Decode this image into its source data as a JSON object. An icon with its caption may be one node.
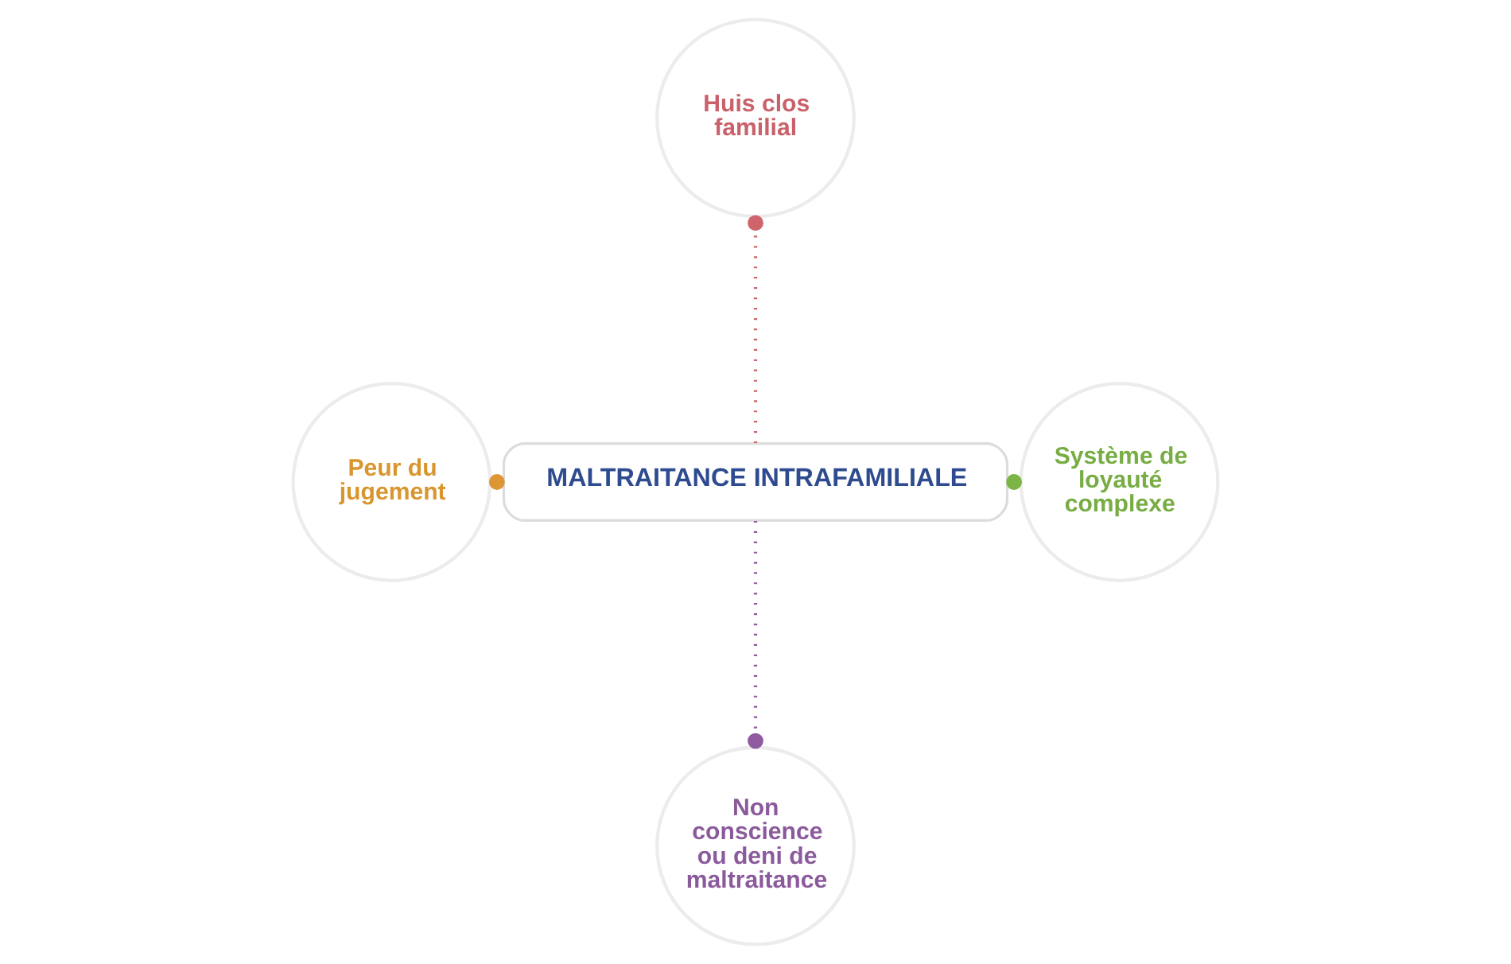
{
  "diagram": {
    "nodes": [
      {
        "text": [
          "Huis clos familial"
        ]
      },
      {
        "text": [
          "Peur du jugement"
        ]
      },
      {
        "text": [
          "MALTRAITANCE INTRAFAMILIALE"
        ]
      },
      {
        "text": [
          "Système de loyauté complexe"
        ]
      },
      {
        "text": [
          "Non conscience ou deni de maltraitance"
        ]
      }
    ],
    "edges": [
      {
        "from": 2,
        "to": 0,
        "arrow": "other",
        "style": "dashed",
        "color": "#cf646c"
      },
      {
        "from": 2,
        "to": 1,
        "arrow": "other",
        "style": "dashed",
        "color": "#dd9636"
      },
      {
        "from": 2,
        "to": 3,
        "arrow": "other",
        "style": "dashed",
        "color": "#7db446"
      },
      {
        "from": 2,
        "to": 4,
        "arrow": "other",
        "style": "dashed",
        "color": "#8f5ba0"
      }
    ]
  }
}
